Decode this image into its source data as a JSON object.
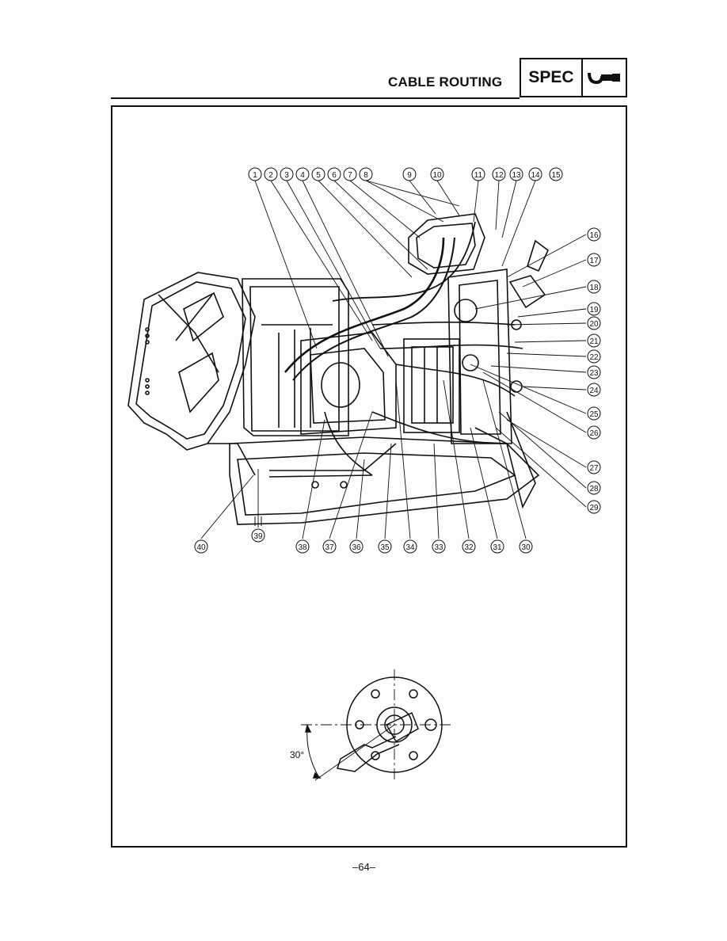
{
  "header": {
    "title": "CABLE ROUTING",
    "badge": "SPEC",
    "badge_icon": "wrench-icon"
  },
  "callouts": {
    "top": [
      "1",
      "2",
      "3",
      "4",
      "5",
      "6",
      "7",
      "8",
      "9",
      "10",
      "11",
      "12",
      "13",
      "14",
      "15"
    ],
    "right": [
      "16",
      "17",
      "18",
      "19",
      "20",
      "21",
      "22",
      "23",
      "24",
      "25",
      "26",
      "27",
      "28",
      "29"
    ],
    "bottom": [
      "40",
      "39",
      "38",
      "37",
      "36",
      "35",
      "34",
      "33",
      "32",
      "31",
      "30"
    ]
  },
  "detail": {
    "angle_label": "30°"
  },
  "footer": {
    "page_number": "–64–"
  }
}
